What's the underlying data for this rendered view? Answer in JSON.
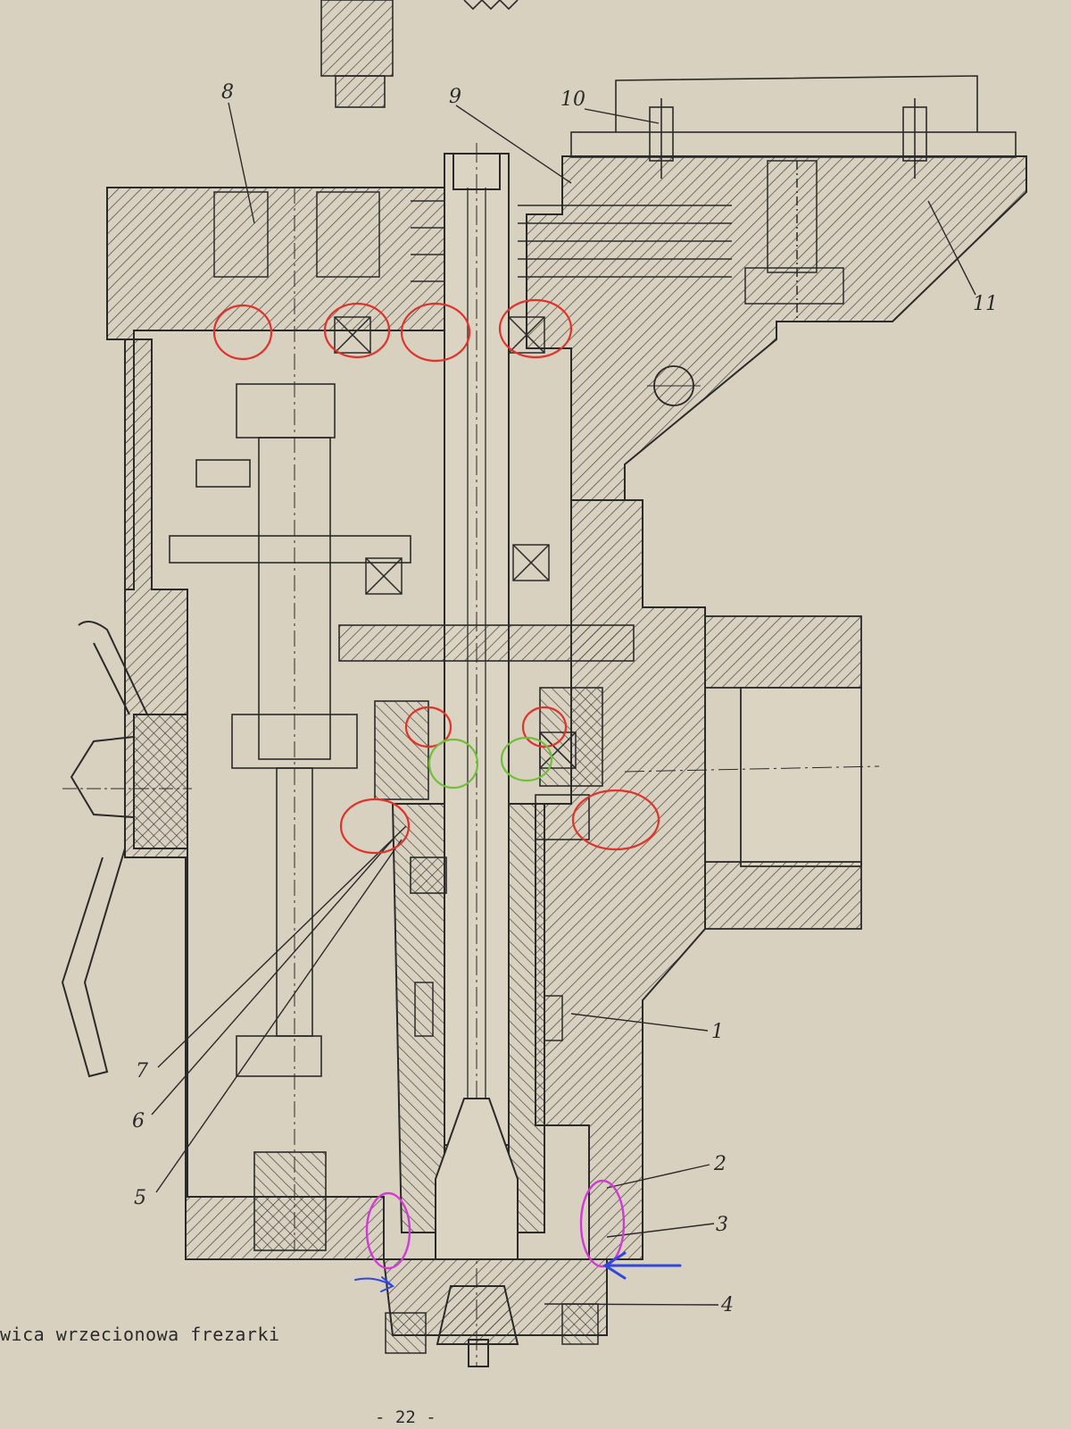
{
  "figure": {
    "caption": "wica wrzecionowa frezarki",
    "page_number": "- 22 -",
    "callouts": [
      "1",
      "2",
      "3",
      "4",
      "5",
      "6",
      "7",
      "8",
      "9",
      "10",
      "11"
    ]
  },
  "annotation_colors": {
    "red": "#e0322a",
    "green": "#6fbf3a",
    "magenta": "#d23ad6",
    "blue": "#3047e0",
    "ink": "#2a2a2a"
  }
}
